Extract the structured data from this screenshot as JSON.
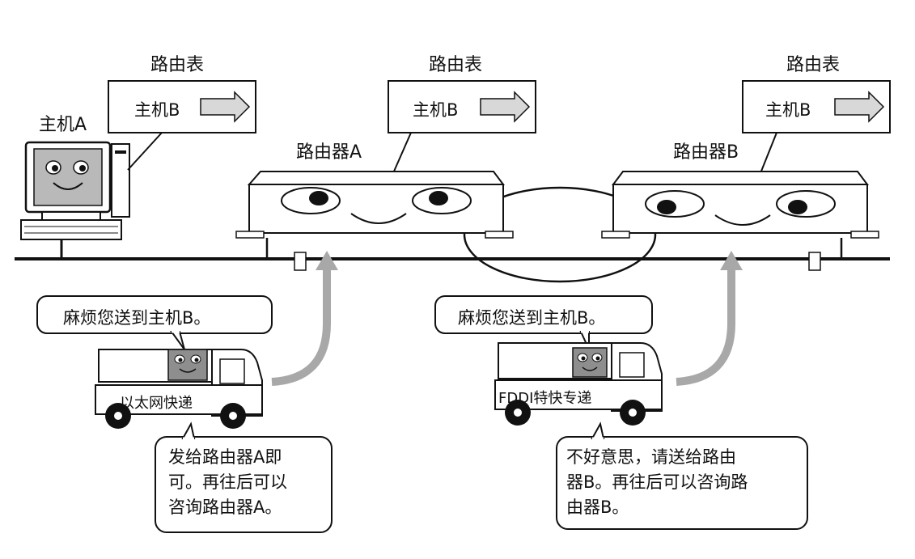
{
  "routing_table_title": "路由表",
  "host_a": {
    "label": "主机A"
  },
  "router_a": {
    "label": "路由器A"
  },
  "router_b": {
    "label": "路由器B"
  },
  "routing_tables": [
    {
      "entry": "主机B"
    },
    {
      "entry": "主机B"
    },
    {
      "entry": "主机B"
    }
  ],
  "speech_bubbles": [
    {
      "text": "麻烦您送到主机B。"
    },
    {
      "text": "麻烦您送到主机B。"
    }
  ],
  "trucks": [
    {
      "label": "以太网快递"
    },
    {
      "label": "FDDI特快专递"
    }
  ],
  "notes": {
    "left": [
      "发给路由器A即",
      "可。再往后可以",
      "咨询路由器A。"
    ],
    "right": [
      "不好意思，请送给路由",
      "器B。再往后可以咨询路",
      "由器B。"
    ]
  }
}
